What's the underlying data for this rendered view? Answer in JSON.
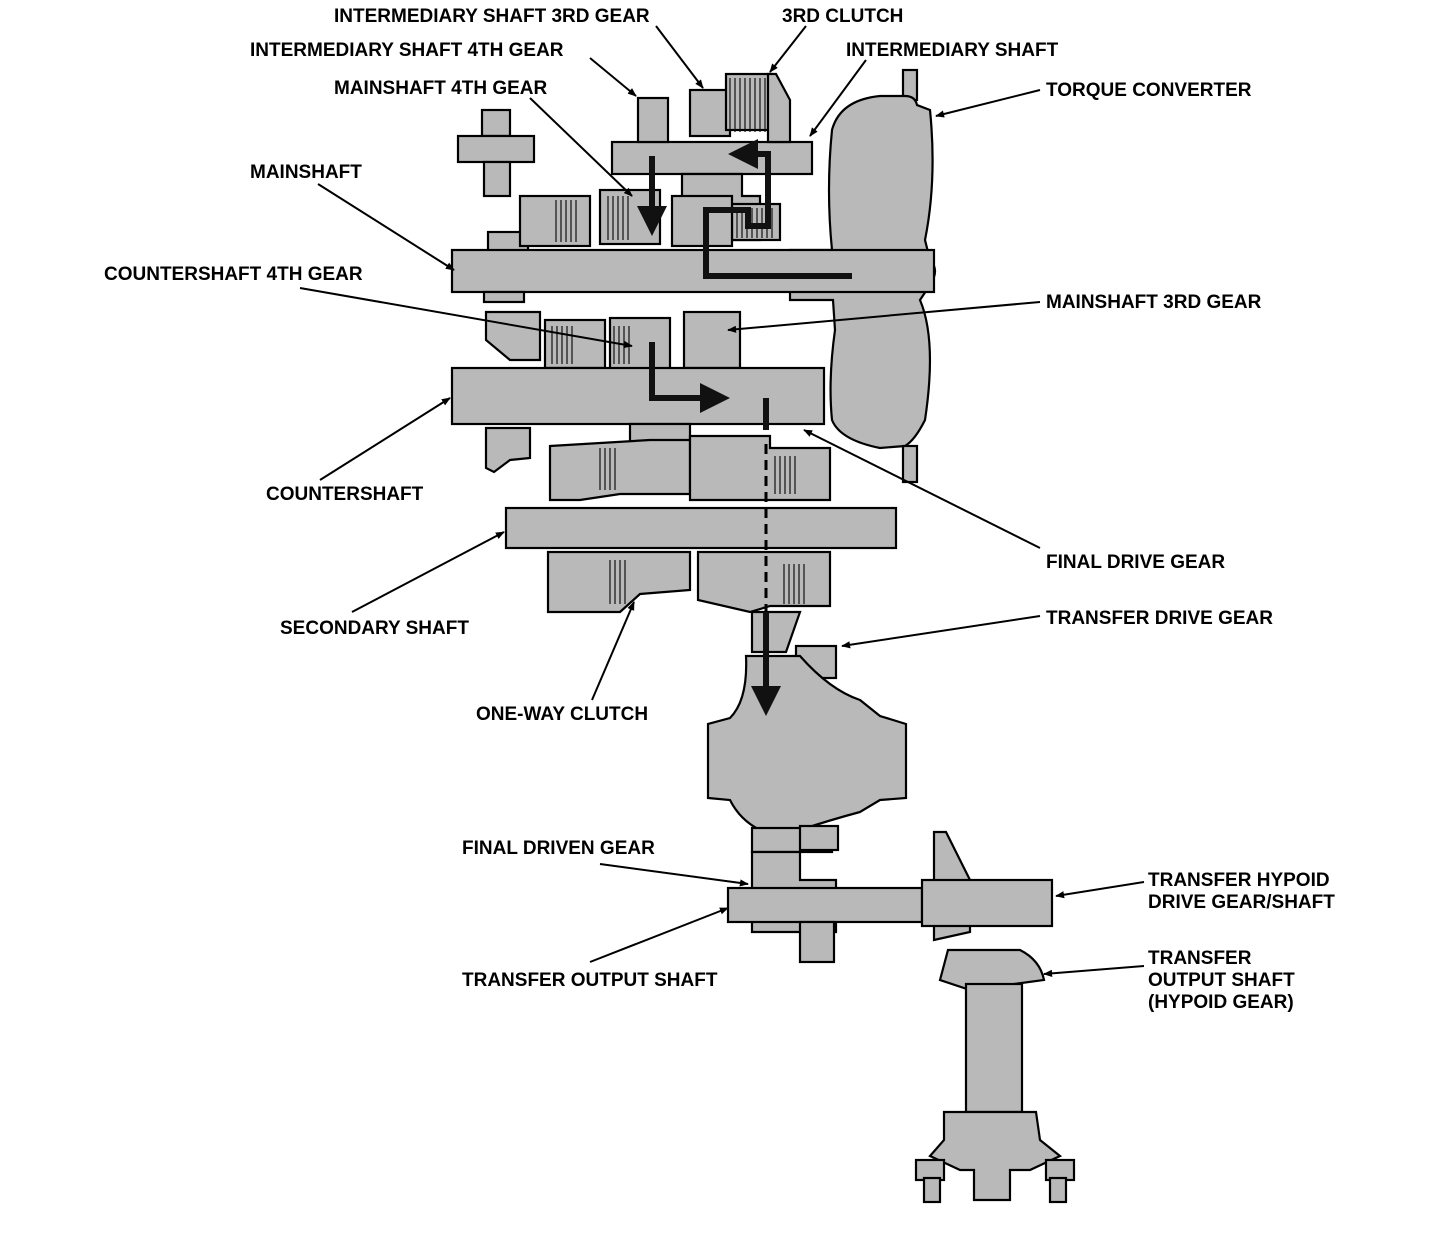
{
  "diagram": {
    "labels": {
      "intermediary_shaft_3rd_gear": "INTERMEDIARY SHAFT 3RD GEAR",
      "third_clutch": "3RD CLUTCH",
      "intermediary_shaft_4th_gear": "INTERMEDIARY SHAFT 4TH GEAR",
      "intermediary_shaft": "INTERMEDIARY SHAFT",
      "mainshaft_4th_gear": "MAINSHAFT 4TH GEAR",
      "torque_converter": "TORQUE CONVERTER",
      "mainshaft": "MAINSHAFT",
      "countershaft_4th_gear": "COUNTERSHAFT 4TH GEAR",
      "mainshaft_3rd_gear": "MAINSHAFT 3RD GEAR",
      "countershaft": "COUNTERSHAFT",
      "final_drive_gear": "FINAL DRIVE GEAR",
      "secondary_shaft": "SECONDARY SHAFT",
      "transfer_drive_gear": "TRANSFER DRIVE GEAR",
      "one_way_clutch": "ONE-WAY CLUTCH",
      "final_driven_gear": "FINAL DRIVEN GEAR",
      "transfer_hypoid_drive_gear_shaft": [
        "TRANSFER HYPOID",
        "DRIVE GEAR/SHAFT"
      ],
      "transfer_output_shaft": "TRANSFER OUTPUT SHAFT",
      "transfer_output_shaft_hypoid_gear": [
        "TRANSFER",
        "OUTPUT SHAFT",
        "(HYPOID GEAR)"
      ]
    }
  }
}
